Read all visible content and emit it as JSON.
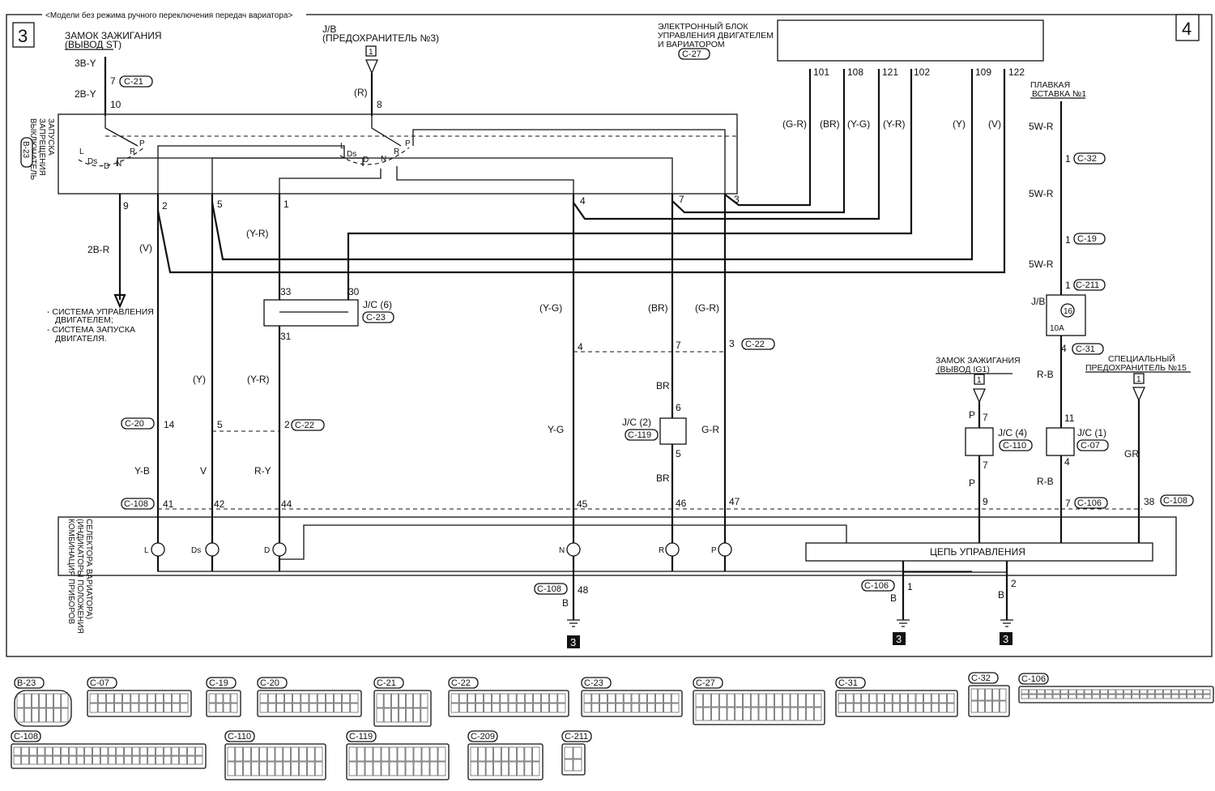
{
  "header": {
    "subtitle": "<Модели без режима ручного переключения передач вариатора>",
    "page_left": "3",
    "page_right": "4"
  },
  "sources": {
    "ignition_st": [
      "ЗАМОК ЗАЖИГАНИЯ",
      "(ВЫВОД ST)"
    ],
    "jb_fuse3": [
      "J/B",
      "(ПРЕДОХРАНИТЕЛЬ №3)"
    ],
    "jb_fuse3_num": "1",
    "ecu": [
      "ЭЛЕКТРОННЫЙ БЛОК",
      "УПРАВЛЕНИЯ ДВИГАТЕЛЕМ",
      "И ВАРИАТОРОМ"
    ],
    "ecu_conn": "C-27",
    "fusible_link": [
      "ПЛАВКАЯ",
      "ВСТАВКА №1"
    ],
    "ignition_ig1": [
      "ЗАМОК ЗАЖИГАНИЯ",
      "(ВЫВОД IG1)"
    ],
    "ignition_ig1_num": "1",
    "special_fuse": [
      "СПЕЦИАЛЬНЫЙ",
      "ПРЕДОХРАНИТЕЛЬ №15"
    ],
    "special_fuse_num": "1"
  },
  "components": {
    "inhibitor_switch": [
      "ВЫКЛЮЧАТЕЛЬ",
      "ЗАПРЕЩЕНИЯ",
      "ЗАПУСКА"
    ],
    "inhibitor_conn": "B-23",
    "combination_meter": [
      "КОМБИНАЦИЯ ПРИБОРОВ",
      "(ИНДИКАТОРЫ ПОЛОЖЕНИЯ",
      "СЕЛЕКТОРА ВАРИАТОРА)"
    ],
    "control_circuit": "ЦЕПЬ УПРАВЛЕНИЯ",
    "jb_right": "J/B",
    "jb_right_fuse": "16",
    "jb_right_amp": "10A",
    "engine_note": [
      "- СИСТЕМА УПРАВЛЕНИЯ",
      "ДВИГАТЕЛЕМ;",
      "- СИСТЕМА ЗАПУСКА",
      "ДВИГАТЕЛЯ."
    ],
    "ground_marker": "3"
  },
  "wire_colors": {
    "w3by": "3B-Y",
    "w2by": "2B-Y",
    "w2br": "2B-R",
    "wr": "(R)",
    "wv": "(V)",
    "wyr1": "(Y-R)",
    "wy": "(Y)",
    "wyr2": "(Y-R)",
    "wyb": "Y-B",
    "wvv": "V",
    "wry": "R-Y",
    "wyg1": "(Y-G)",
    "wyg2": "Y-G",
    "wbr1": "(BR)",
    "wbr2": "BR",
    "wbr3": "BR",
    "wgr1": "(G-R)",
    "wgr2": "G-R",
    "e_gr": "(G-R)",
    "e_br": "(BR)",
    "e_yg": "(Y-G)",
    "e_yr": "(Y-R)",
    "e_y": "(Y)",
    "e_v": "(V)",
    "w5wr1": "5W-R",
    "w5wr2": "5W-R",
    "w5wr3": "5W-R",
    "wrb1": "R-B",
    "wrb2": "R-B",
    "wp1": "P",
    "wp2": "P",
    "wgry": "GR",
    "wb1": "B",
    "wb2": "B",
    "wb3": "B"
  },
  "jc": {
    "jc6": "J/C (6)",
    "jc6_conn": "C-23",
    "jc2": "J/C (2)",
    "jc2_conn": "C-119",
    "jc4": "J/C (4)",
    "jc4_conn": "C-110",
    "jc1": "J/C (1)",
    "jc1_conn": "C-07"
  },
  "connector_refs": {
    "c21": "C-21",
    "c22a": "C-22",
    "c22b": "C-22",
    "c20": "C-20",
    "c108a": "C-108",
    "c108b": "C-108",
    "c108c": "C-108",
    "c106a": "C-106",
    "c106b": "C-106",
    "c32": "C-32",
    "c19": "C-19",
    "c211": "C-211",
    "c31": "C-31"
  },
  "pins": {
    "p7": "7",
    "p10": "10",
    "p8": "8",
    "s9": "9",
    "s2": "2",
    "s5": "5",
    "s1": "1",
    "s4": "4",
    "s7": "7",
    "s3": "3",
    "p33": "33",
    "p30": "30",
    "p31": "31",
    "c22_4": "4",
    "c22_7": "7",
    "c22_3": "3",
    "c20_14": "14",
    "c20_5": "5",
    "c22_2": "2",
    "jc2_6": "6",
    "jc2_5": "5",
    "m41": "41",
    "m42": "42",
    "m44": "44",
    "m45": "45",
    "m46": "46",
    "m47": "47",
    "m48": "48",
    "e101": "101",
    "e108": "108",
    "e121": "121",
    "e102": "102",
    "e109": "109",
    "e122": "122",
    "f1a": "1",
    "f1b": "1",
    "f1c": "1",
    "jb4": "4",
    "jc1_11": "11",
    "jc1_4": "4",
    "c106_7": "7",
    "jc4_7a": "7",
    "jc4_7b": "7",
    "c108_9": "9",
    "c108_38": "38",
    "g1": "1",
    "g2": "2"
  },
  "switch_positions": {
    "left": [
      "L",
      "Ds",
      "D",
      "N",
      "R",
      "P"
    ],
    "right": [
      "L",
      "Ds",
      "D",
      "N",
      "R",
      "P"
    ]
  },
  "indicators": [
    "L",
    "Ds",
    "D",
    "N",
    "R",
    "P"
  ],
  "connector_legend": [
    {
      "name": "B-23"
    },
    {
      "name": "C-07"
    },
    {
      "name": "C-19"
    },
    {
      "name": "C-20"
    },
    {
      "name": "C-21"
    },
    {
      "name": "C-22"
    },
    {
      "name": "C-23"
    },
    {
      "name": "C-27"
    },
    {
      "name": "C-31"
    },
    {
      "name": "C-32"
    },
    {
      "name": "C-106"
    },
    {
      "name": "C-108"
    },
    {
      "name": "C-110"
    },
    {
      "name": "C-119"
    },
    {
      "name": "C-209"
    },
    {
      "name": "C-211"
    }
  ]
}
